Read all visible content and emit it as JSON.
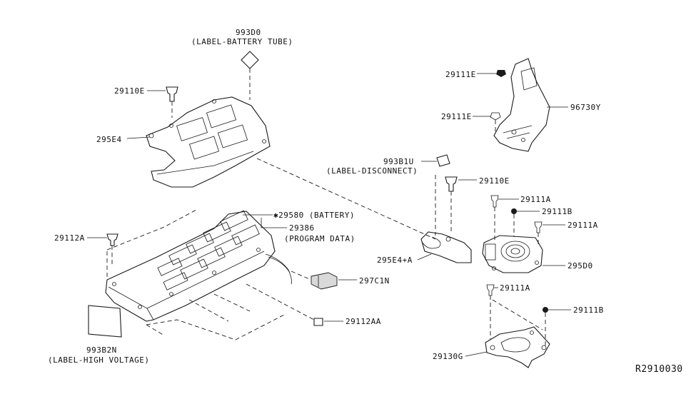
{
  "diagram": {
    "ref_code": "R2910030",
    "labels": {
      "l_99300": "993D0",
      "l_99300_desc": "(LABEL-BATTERY TUBE)",
      "l_29110E_a": "29110E",
      "l_295E4": "295E4",
      "l_29111E_a": "29111E",
      "l_29111E_b": "29111E",
      "l_96730Y": "96730Y",
      "l_993B1U": "993B1U",
      "l_993B1U_desc": "(LABEL-DISCONNECT)",
      "l_29110E_b": "29110E",
      "l_29111A_a": "29111A",
      "l_29111B_a": "29111B",
      "l_29111A_b": "29111A",
      "l_295D0": "295D0",
      "l_295E4A": "295E4+A",
      "l_29580": "✱29580 (BATTERY)",
      "l_29386": "29386",
      "l_29386_desc": "(PROGRAM DATA)",
      "l_29112A": "29112A",
      "l_297C1N": "297C1N",
      "l_29112AA": "29112AA",
      "l_993B2N": "993B2N",
      "l_993B2N_desc": "(LABEL-HIGH VOLTAGE)",
      "l_29111A_c": "29111A",
      "l_29111B_b": "29111B",
      "l_29130G": "29130G"
    }
  }
}
